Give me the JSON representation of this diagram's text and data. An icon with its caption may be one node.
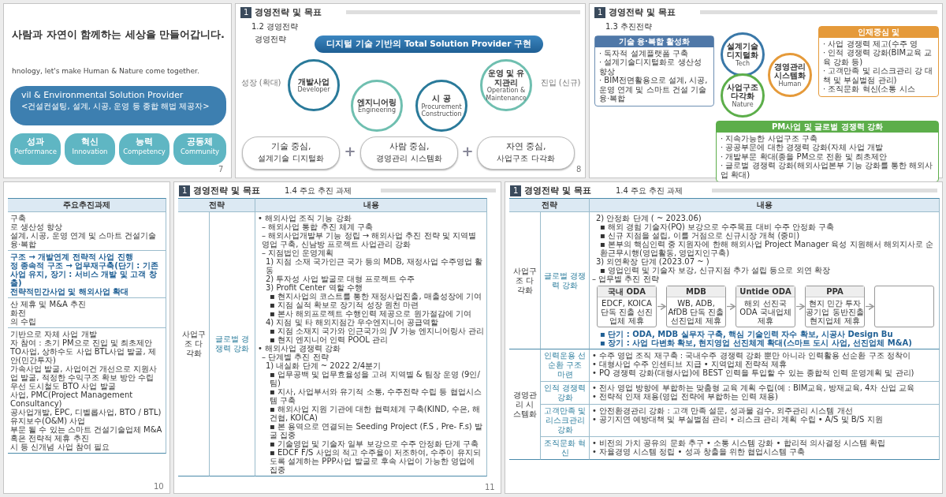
{
  "diagram": {
    "nodes": [
      {
        "text": [
          "7"
        ]
      },
      {
        "text": [
          "vil & Environmental Solution Provider",
          "<건설컨설팅, 설계, 시공, 운영 등 종합 해법 제공자>"
        ],
        "in": 0
      },
      {
        "text": [
          "성과",
          "Performance"
        ],
        "in": 0
      },
      {
        "text": [
          "혁신",
          "Innovation"
        ],
        "in": 0
      },
      {
        "text": [
          "능력",
          "Competency"
        ],
        "in": 0
      },
      {
        "text": [
          "공동체",
          "Community"
        ],
        "in": 0
      },
      {
        "text": [
          "1",
          "경영전략 및 목표",
          "1.2 경영전략",
          "경영전략",
          "8"
        ]
      },
      {
        "text": [
          "디지털 기술 기반의 Total Solution Provider 구현"
        ],
        "in": 6
      },
      {
        "text": [
          "개발사업",
          "Developer"
        ],
        "in": 6
      },
      {
        "text": [
          "엔지니어링",
          "Engineering"
        ],
        "in": 6
      },
      {
        "text": [
          "시 공",
          "Procurement Construction"
        ],
        "in": 6
      },
      {
        "text": [
          "운영 및 유지관리",
          "Operation & Maintenance"
        ],
        "in": 6
      },
      {
        "text": [
          "기술 중심,",
          "설계기술 디지털화"
        ],
        "in": 6
      },
      {
        "text": [
          "사람 중심,",
          "경영관리 시스템화"
        ],
        "in": 6
      },
      {
        "text": [
          "자연 중심,",
          "사업구조 다각화"
        ],
        "in": 6
      },
      {
        "text": [
          "1",
          "경영전략 및 목표",
          "1.3 추진전략"
        ]
      },
      {
        "text": [
          "기술 융·복합 활성화",
          "· 독자적 설계플랫폼 구축",
          "· 설계기술디지털화로 생산성 향상",
          "· BIM전면활용으로 설계, 시공, 운영 연계 및 스마트 건설 기술 융·복합"
        ],
        "in": 15
      },
      {
        "text": [
          "설계기술 디지털화",
          "Tech"
        ],
        "in": 15
      },
      {
        "text": [
          "경영관리 시스템화",
          "Human"
        ],
        "in": 15
      },
      {
        "text": [
          "사업구조 다각화",
          "Nature"
        ],
        "in": 15
      },
      {
        "text": [
          "인재중심 및",
          "· 사업 경쟁력 제고(수주 영",
          "· 인적 경쟁력 강화(BIM교육 교육 강화 등)",
          "· 고객만족 및 리스크관리 강 대책 및 부실벌점 관리)",
          "· 조직문화 혁신(소통 시스"
        ],
        "in": 15
      },
      {
        "text": [
          "PM사업 및 글로벌 경쟁력 강화",
          "· 지속가능한 사업구조 구축",
          "· 공공부문에 대한 경쟁력 강화(자체 사업 개발",
          "· 개발부문 확대(종을 PM으로 전환 및 최초제안",
          "· 글로벌 경쟁력 강화(해외사업본부 기능 강화를 통한 해외사업 확대)"
        ],
        "in": 15
      },
      {
        "text": [
          "10"
        ]
      },
      {
        "text": [
          "주요추진과제"
        ],
        "in": 22
      },
      {
        "text": [
          "구축",
          "로 생산성 향상",
          "설계, 시공, 운영 연계 및 스마트 건설기술 융·복합"
        ],
        "in": 22
      },
      {
        "text": [
          "구조 → 개발연계 전략적 사업 진행",
          "정 종속적 구조 → 업무재구축(단기 : 기존사업 유지, 장기 : 서비스 개발 및 고객 창출)",
          "전략적민간사업 및 해외사업 확대"
        ],
        "in": 22
      },
      {
        "text": [
          "산 제휴 및 M&A 추진",
          "화전",
          "의 수립"
        ],
        "in": 22
      },
      {
        "text": [
          "기반으로 자체 사업 개발",
          "자 참여 : 초기 PM으로 진입 및 최초제안",
          "TO사업, 상하수도 사업 BTL사업 발굴, 제안(민간투자)",
          "가속사업 발굴, 사업여건 개선으로 지원사업 발굴, 적정한 수익구조 확보 방안 수립",
          "우선 도시철도 BTO 사업 발굴",
          "사업, PMC(Project Management Consultancy)",
          "공사업개발, EPC, 디벨롭사업, BTO / BTL)",
          "유지보수(O&M) 사업",
          "부문 될 수 있는 스마트 건설기술업체 M&A 혹은 전략적 제휴 추진",
          "시 등 신개념 사업 참여 필요"
        ],
        "in": 22
      },
      {
        "text": [
          "1",
          "경영전략 및 목표",
          "1.4 주요 추진 과제",
          "11"
        ]
      },
      {
        "text": [
          "전략"
        ],
        "in": 28
      },
      {
        "text": [
          "내용"
        ],
        "in": 28
      },
      {
        "text": [
          "사업구조 다각화"
        ],
        "in": 28
      },
      {
        "text": [
          "글로벌 경쟁력 강화"
        ],
        "in": 28
      },
      {
        "text": [
          "• 해외사업 조직 기능 강화",
          "– 해외사업 통합 추진 체계 구축",
          "– 해외사업개발부 기능 정립 → 해외사업 추진 전략 및 지역별 영업 구축, 신남방 프로젝트 사업관리 강화",
          "– 지점법인 운영계획",
          "1) 지점 소재 국가인근 국가 등의 MDB, 재정사업 수주영업 활동",
          "2) 투자성 사업 발굴로 대형 프로젝트 수주",
          "3) Profit Center 역할 수행",
          "▪ 현지사업의 코스트를 통한 재정사업진출, 매출성장에 기여",
          "▪ 지점 실적 확보로 장기적 성장 원천 마련",
          "▪ 본사 해외프로젝트 수행인력 제공으로 원가절감에 기여",
          "4) 지점 및 타 해외지점간 우수엔지니어 공급역할",
          "▪ 지점 소재지 국가와 인근국가의 JV 가능 엔지니어링사 관리",
          "▪ 현지 엔지니어 인력 POOL 관리",
          "• 해외사업 경쟁력 강화",
          "– 단계별 추진 전략",
          "1) 내실화 단계 ~ 2022 2/4분기",
          "▪ 업무공백 및 업무효율성을 고려 지역별 & 팀장 운영 (9인/팀)",
          "▪ 지사, 사업부서와 유기적 소통, 수주전략 수립 등 협업시스템 구축",
          "▪ 해외사업 지원 기관에 대한 협력체계 구축(KIND, 수은, 해건협, KOICA)",
          "▪ 본 용역으로 연결되는 Seeding Project (F.S , Pre- F.s) 발굴 집중",
          "▪ 기술영업 및 기술자 일부 보강으로 수주 안정화 단계 구축",
          "▪ EDCF F/S 사업의 적고 수주율이 저조하여, 수주이 유지되도록 설계하는 PPP사업 발굴로 후속 사업이 가능한 영업에 집중"
        ],
        "in": 28
      },
      {
        "text": [
          "1",
          "경영전략 및 목표",
          "1.4 주요 추진 과제"
        ]
      },
      {
        "text": [
          "전략"
        ],
        "in": 34
      },
      {
        "text": [
          "내용"
        ],
        "in": 34
      },
      {
        "text": [
          "사업구조 다각화"
        ],
        "in": 34
      },
      {
        "text": [
          "글로벌 경쟁력 강화"
        ],
        "in": 34
      },
      {
        "text": [
          "2) 안정화 단계 ( ~ 2023.06)",
          "▪ 해외 경험 기술자(PQ) 보강으로 수주목표 대비 수주 안정화 구축",
          "▪ 신규 지점을 설립, 이를 거점으로 신규시장 개척 (중미)",
          "▪ 본부의 핵심인력 중 지원자에 한해 해외사업 Project Manager 육성 지원해서 해외지사로 순환근무시행(영업활동, 영업지인구축)",
          "3) 외연확장 단계 (2023.07 ~ )",
          "▪ 영업인력 및 기술자 보강, 신규지점 추가 설립 등으로 외연 확장",
          "– 업무별 추진 전략",
          "▪ 단기 : ODA, MDB 실무자 구축, 핵심 기술인력 자수 확보, 시공사 Design Bu",
          "▪ 장기 : 사업 다변화 확보, 현지영업 선진체계 확대(스마트 도시 사업, 선진업체 M&A)"
        ],
        "in": 34
      },
      {
        "text": [
          "국내 ODA",
          "EDCF, KOICA 단독 진출 선진업체 제휴"
        ],
        "in": 39
      },
      {
        "text": [
          "MDB",
          "WB, ADB, AfDB 단독 진출 선진업체 제휴"
        ],
        "in": 39
      },
      {
        "text": [
          "Untide ODA",
          "해외 선진국 ODA 국내업체 제휴"
        ],
        "in": 39
      },
      {
        "text": [
          "PPA",
          "현지 민간 투자 공기업 동반진출 현지업체 제휴"
        ],
        "in": 39
      },
      {
        "text": [],
        "shape": "box",
        "in": 39
      },
      {
        "text": [
          "경영관리 시스템화"
        ],
        "in": 34
      },
      {
        "text": [
          "인력운용 선순환 구조 마련"
        ],
        "in": 34
      },
      {
        "text": [
          "• 수주 영업 조직 재구축 : 국내수주 경쟁력 강화 뿐만 아니라 인력활용 선순환 구조 정착이",
          "• 대형사업 수주 인센티브 지급 • 지역업체 전략적 제휴",
          "• PQ 경쟁력 강화(대형사업)에 BEST 인력을 투입할 수 있는 종합적 인력 운영계획 및 관리)"
        ],
        "in": 34
      },
      {
        "text": [
          "인적 경쟁력 강화"
        ],
        "in": 34
      },
      {
        "text": [
          "• 전사 영업 방향에 부합하는 맞춤형 교육 계획 수립(예 : BIM교육, 방재교육, 4차 산업 교육",
          "• 전략적 인재 채용(영업 전략에 부합하는 인력 채용)"
        ],
        "in": 34
      },
      {
        "text": [
          "고객만족 및 리스크관리 강화"
        ],
        "in": 34
      },
      {
        "text": [
          "• 안전환경관리 강화 : 고객 만족 설문, 성과물 검수, 외주관리 시스템 개선",
          "• 공기지연 예방대책 및 부실벌점 관리 • 리스크 관리 계획 수립 • A/S 및 B/S 지원"
        ],
        "in": 34
      },
      {
        "text": [
          "조직문화 혁신"
        ],
        "in": 34
      },
      {
        "text": [
          "• 비전의 가치 공유의 문화 추구 • 소통 시스템 강화 • 합리적 의사결정 시스템 확립",
          "• 자율경영 시스템 정립 • 성과 창출을 위한 협업시스템 구축"
        ],
        "in": 34
      }
    ],
    "edges": [
      {
        "from": 40,
        "to": 41,
        "arrow": "to"
      },
      {
        "from": 41,
        "to": 42,
        "arrow": "to"
      },
      {
        "from": 42,
        "to": 43,
        "arrow": "to"
      },
      {
        "from": 43,
        "to": 44,
        "arrow": "to"
      }
    ],
    "labels": [
      "사람과 자연이 함께하는 세상을 만들어갑니다.",
      "hnology, let's make Human & Nature come together.",
      "성장 (확대)",
      "진입 (신규)",
      "+",
      "+"
    ]
  }
}
